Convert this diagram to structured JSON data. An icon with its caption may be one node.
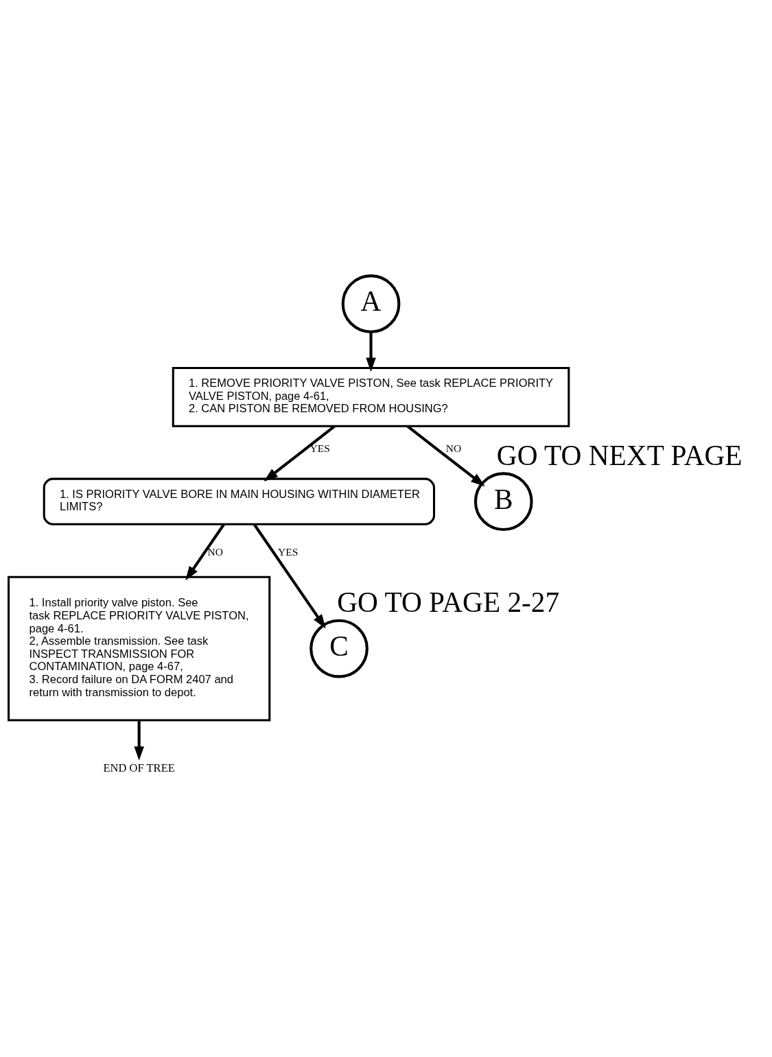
{
  "diagram": {
    "nodes": [
      {
        "text": [
          "A"
        ]
      },
      {
        "text": [
          "1. REMOVE PRIORITY VALVE PISTON, See task REPLACE PRIORITY VALVE PISTON, page 4-61,",
          "2. CAN PISTON BE REMOVED FROM HOUSING?"
        ]
      },
      {
        "text": [
          "1. IS PRIORITY VALVE BORE IN MAIN HOUSING WITHIN DIAMETER LIMITS?"
        ]
      },
      {
        "text": [
          "B"
        ],
        "beside": [
          "GO TO NEXT PAGE"
        ]
      },
      {
        "text": [
          "1. Install priority valve piston. See task REPLACE PRIORITY VALVE PISTON, page 4-61.",
          "2, Assemble transmission. See task INSPECT TRANSMISSION FOR CONTAMINATION, page 4-67,",
          "3. Record failure on DA FORM 2407 and return with transmission to depot."
        ]
      },
      {
        "text": [
          "END OF TREE"
        ]
      },
      {
        "text": [
          "C"
        ],
        "beside": [
          "GO TO PAGE 2-27"
        ]
      }
    ],
    "edges": [
      {
        "from": 0,
        "to": 1,
        "arrow": "to"
      },
      {
        "from": 1,
        "to": 2,
        "arrow": "to",
        "label": "YES"
      },
      {
        "from": 1,
        "to": 3,
        "arrow": "to",
        "label": "NO"
      },
      {
        "from": 2,
        "to": 4,
        "arrow": "to",
        "label": "NO"
      },
      {
        "from": 2,
        "to": 6,
        "arrow": "to",
        "label": "YES"
      },
      {
        "from": 4,
        "to": 5,
        "arrow": "to"
      }
    ]
  }
}
